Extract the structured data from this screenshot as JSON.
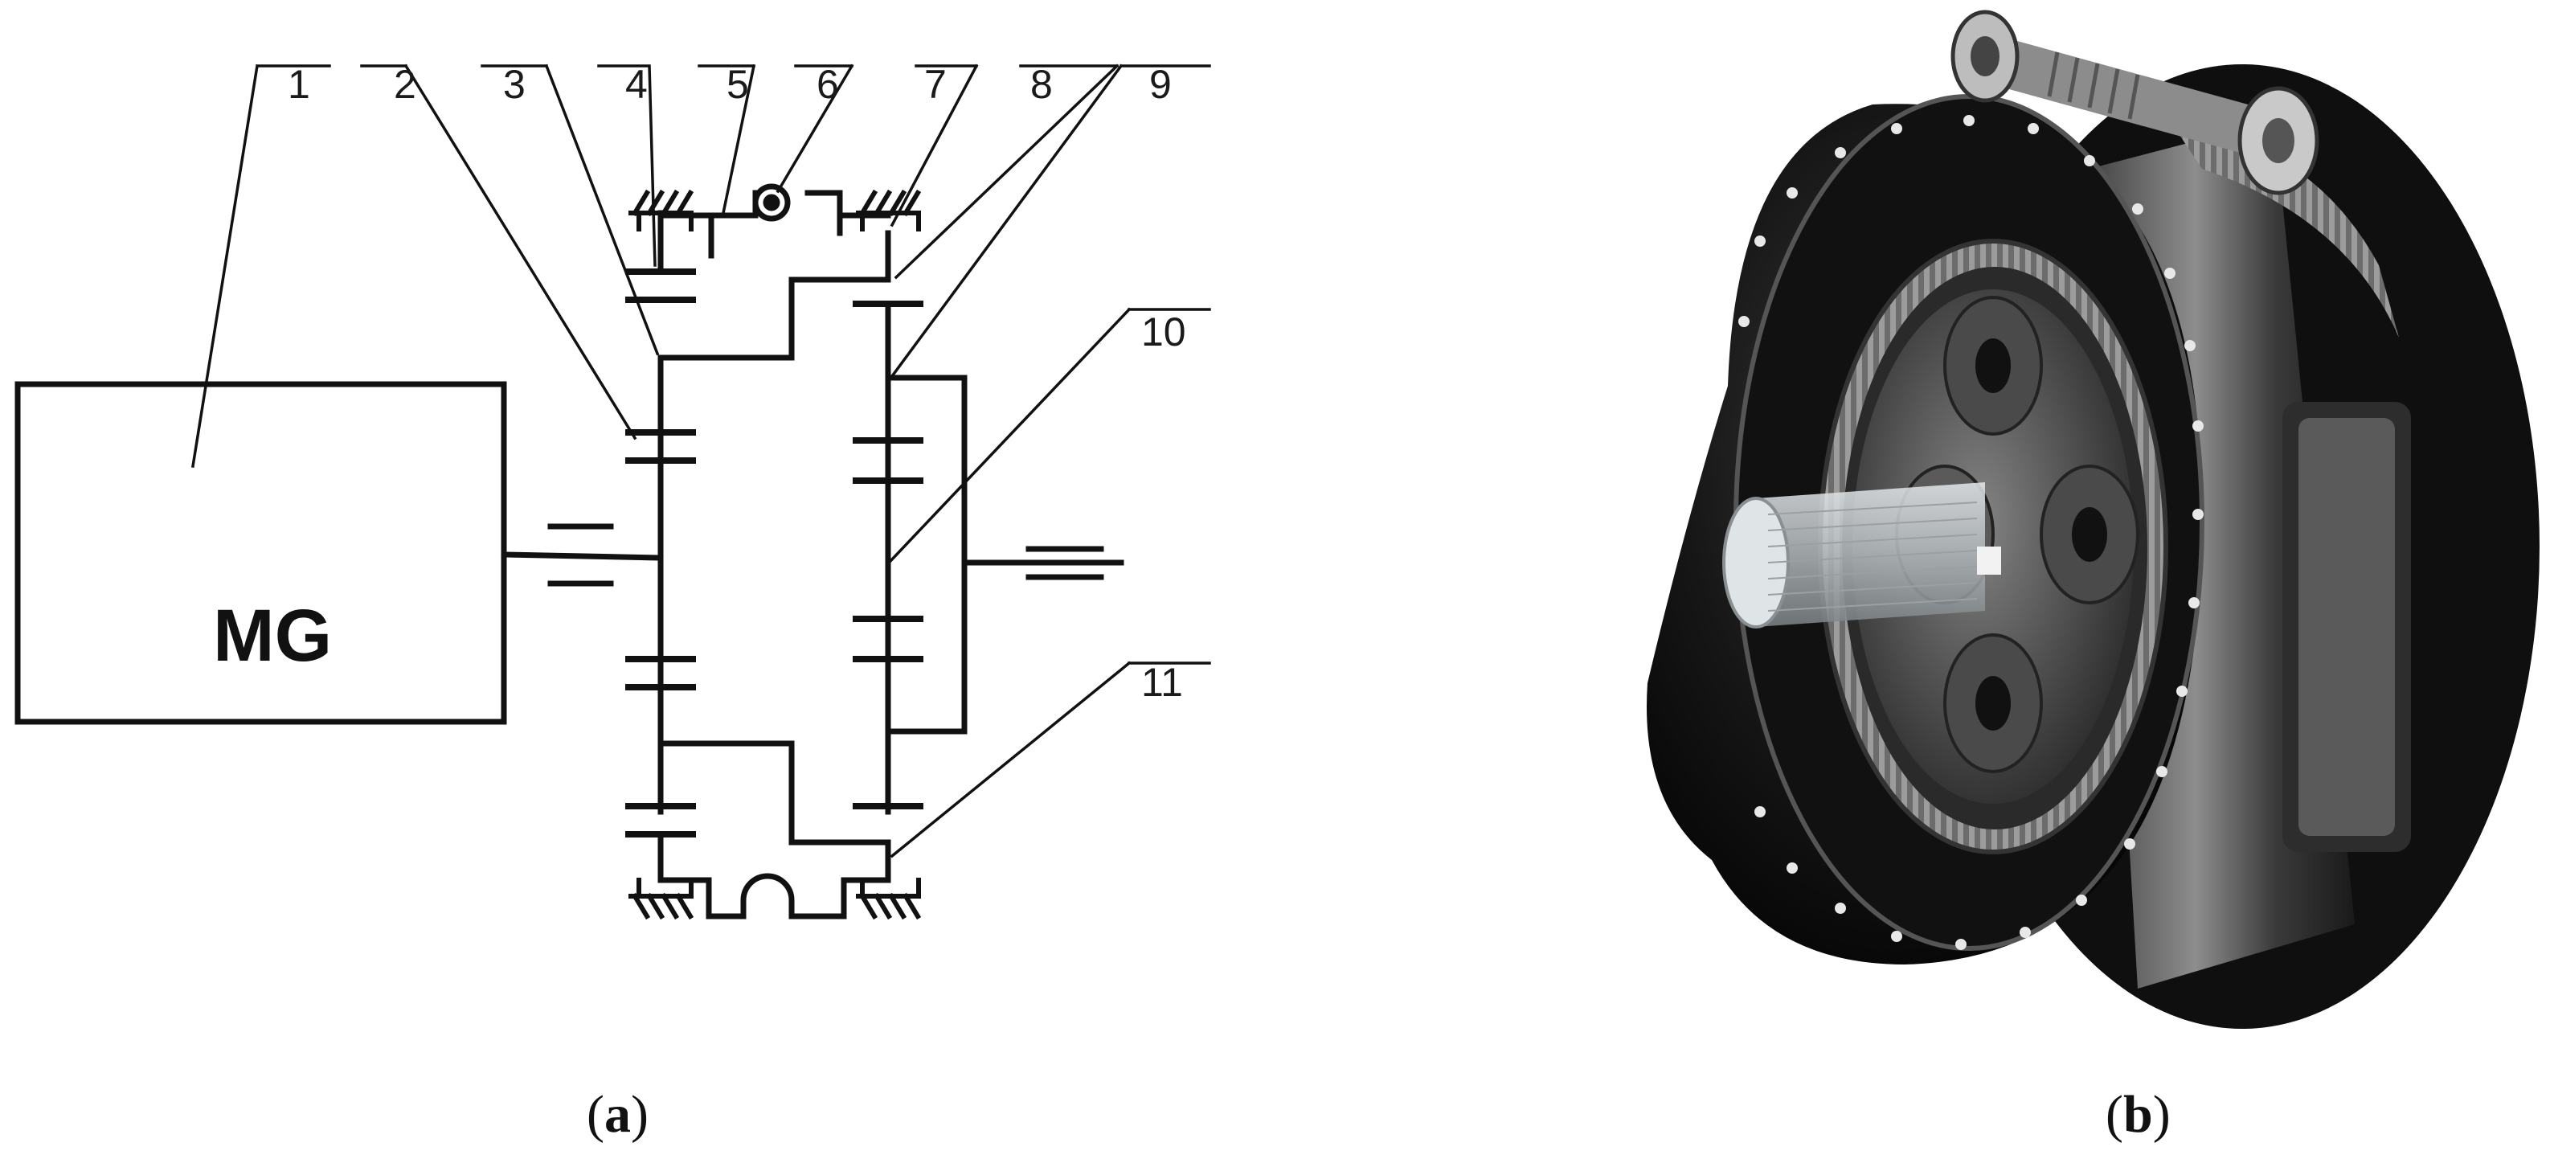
{
  "panel_a": {
    "box_label": "MG",
    "callouts": [
      "1",
      "2",
      "3",
      "4",
      "5",
      "6",
      "7",
      "8",
      "9",
      "10",
      "11"
    ],
    "caption": {
      "open": "(",
      "letter": "a",
      "close": ")"
    }
  },
  "panel_b": {
    "caption": {
      "open": "(",
      "letter": "b",
      "close": ")"
    }
  },
  "colors": {
    "line": "#111111",
    "housing": "#1b1b1b",
    "metal": "#9a9a9a",
    "glass": "#cfd4d6"
  }
}
